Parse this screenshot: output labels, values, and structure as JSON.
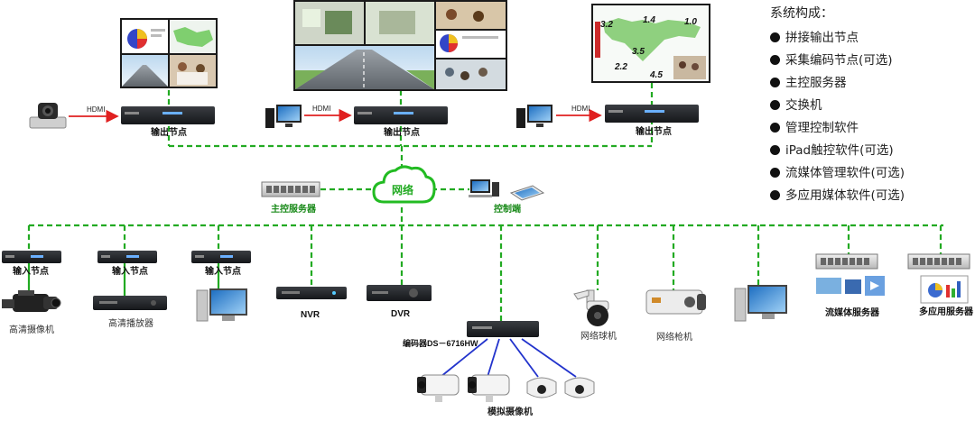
{
  "legend": {
    "title": "系统构成：",
    "items": [
      "拼接输出节点",
      "采集编码节点(可选)",
      "主控服务器",
      "交换机",
      "管理控制软件",
      "iPad触控软件(可选)",
      "流媒体管理软件(可选)",
      "多应用媒体软件(可选)"
    ]
  },
  "output_nodes": {
    "hdmi": "HDMI",
    "label": "输出节点"
  },
  "network": {
    "cloud": "网络",
    "main_server": "主控服务器",
    "control": "控制端"
  },
  "input_nodes": {
    "label": "输入节点"
  },
  "devices": {
    "hd_camera": "高清摄像机",
    "hd_player": "高清播放器",
    "nvr": "NVR",
    "dvr": "DVR",
    "encoder": "编码器DS－6716HW",
    "dome": "网络球机",
    "bullet": "网络枪机",
    "stream": "流媒体服务器",
    "multi": "多应用服务器",
    "analog": "模拟摄像机"
  },
  "map_labels": [
    "3.2",
    "1.4",
    "1.0",
    "3.5",
    "2.2",
    "4.5"
  ],
  "colors": {
    "link": "#22aa22",
    "hdmi": "#e02020",
    "analog": "#2233cc",
    "cloud": "#22bb22"
  }
}
